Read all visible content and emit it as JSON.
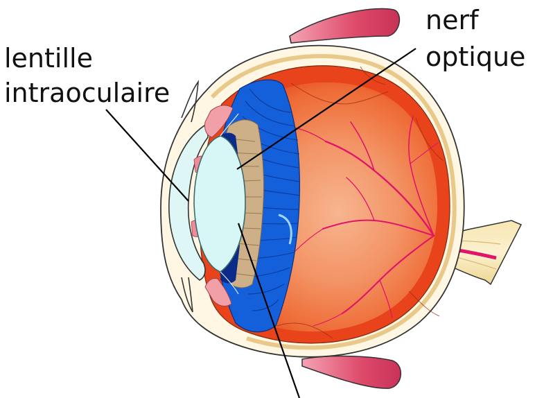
{
  "labels": {
    "lens_line1": "lentille",
    "lens_line2": "intraoculaire",
    "nerve_line1": "nerf",
    "nerve_line2": "optique"
  },
  "colors": {
    "sclera": "#fff3d6",
    "choroid": "#e83e12",
    "retina_center": "#f7b08a",
    "ciliary_blue": "#1158d6",
    "ciliary_tan": "#c9a97c",
    "cornea": "#dff6f6",
    "lens": "#d7f7f7",
    "muscle": "#e0506e",
    "vessel": "#e0156a",
    "nerve": "#f4e1a8"
  },
  "icons": [
    "eye-cross-section-illustration"
  ]
}
